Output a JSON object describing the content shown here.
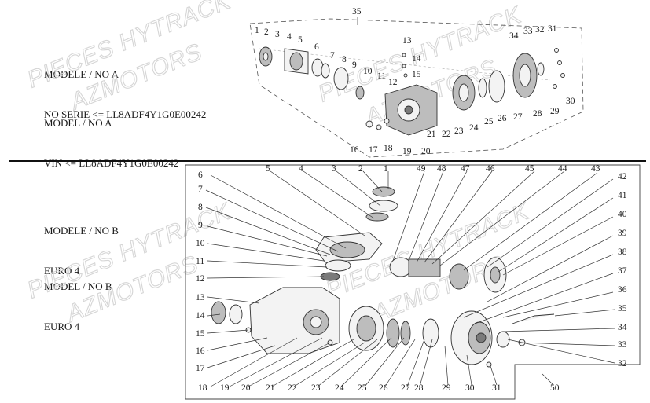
{
  "section_a": {
    "lines": [
      "MODELE / NO A",
      "NO SERIE <= LL8ADF4Y1G0E00242",
      "MODEL / NO A",
      "VIN <= LL8ADF4Y1G0E00242"
    ],
    "assembly_number": "35",
    "part_numbers": [
      "1",
      "2",
      "3",
      "4",
      "5",
      "6",
      "7",
      "8",
      "9",
      "10",
      "11",
      "12",
      "13",
      "14",
      "15",
      "16",
      "17",
      "18",
      "19",
      "20",
      "21",
      "22",
      "23",
      "24",
      "25",
      "26",
      "27",
      "28",
      "29",
      "30",
      "31",
      "32",
      "33",
      "34"
    ]
  },
  "section_b": {
    "lines": [
      "MODELE / NO B",
      "EURO 4",
      "MODEL / NO B",
      "EURO 4"
    ],
    "part_numbers": [
      "1",
      "2",
      "3",
      "4",
      "5",
      "6",
      "7",
      "8",
      "9",
      "10",
      "11",
      "12",
      "13",
      "14",
      "15",
      "16",
      "17",
      "18",
      "19",
      "20",
      "21",
      "22",
      "23",
      "24",
      "25",
      "26",
      "27",
      "28",
      "29",
      "30",
      "31",
      "32",
      "33",
      "34",
      "35",
      "36",
      "37",
      "38",
      "39",
      "40",
      "41",
      "42",
      "43",
      "44",
      "45",
      "46",
      "47",
      "48",
      "49",
      "50"
    ]
  },
  "watermarks": [
    "PIECES HYTRACK",
    "AZMOTORS"
  ]
}
